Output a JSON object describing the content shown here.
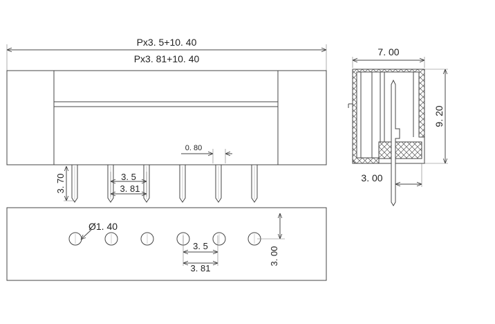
{
  "front_view": {
    "overall_dim_line1": "Px3. 5+10. 40",
    "overall_dim_line2": "Px3. 81+10. 40",
    "pin_width": "0. 80",
    "pin_length": "3. 70",
    "pitch_a": "3. 5",
    "pitch_b": "3. 81"
  },
  "side_view": {
    "width": "7. 00",
    "height": "9. 20",
    "pin_offset": "3. 00"
  },
  "bottom_view": {
    "hole_diameter": "Ø1. 40",
    "pitch_a": "3. 5",
    "pitch_b": "3. 81",
    "row_offset": "3. 00"
  }
}
